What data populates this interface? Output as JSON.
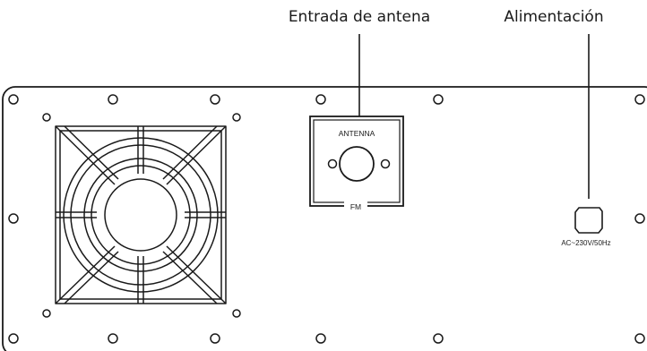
{
  "callouts": {
    "antenna_input": "Entrada de antena",
    "power": "Alimentación"
  },
  "panel_labels": {
    "antenna": "ANTENNA",
    "band": "FM",
    "power_rating": "AC~230V/50Hz"
  }
}
